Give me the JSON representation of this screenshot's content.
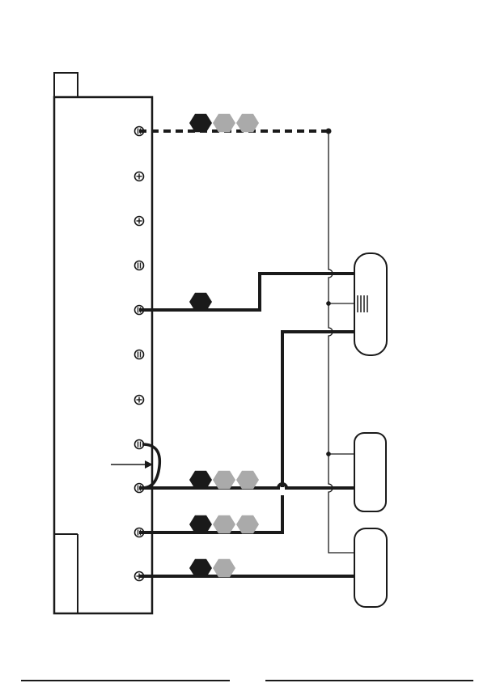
{
  "colors": {
    "background": "#ffffff",
    "ink": "#1a1a1a",
    "hex_dark": "#1a1a1a",
    "hex_light": "#aaaaaa"
  },
  "terminal_block": {
    "terminals": [
      {
        "id": "t1",
        "screw": "slotted-screw-icon"
      },
      {
        "id": "t2",
        "screw": "phillips-screw-icon"
      },
      {
        "id": "t3",
        "screw": "phillips-screw-icon"
      },
      {
        "id": "t4",
        "screw": "slotted-screw-icon"
      },
      {
        "id": "t5",
        "screw": "slotted-screw-icon"
      },
      {
        "id": "t6",
        "screw": "slotted-screw-icon"
      },
      {
        "id": "t7",
        "screw": "phillips-screw-icon"
      },
      {
        "id": "t8",
        "screw": "slotted-screw-icon"
      },
      {
        "id": "t9",
        "screw": "slotted-screw-icon"
      },
      {
        "id": "t10",
        "screw": "slotted-screw-icon"
      },
      {
        "id": "t11",
        "screw": "phillips-screw-icon"
      }
    ]
  },
  "wire_markers": [
    {
      "terminal": "t1",
      "hexagons": [
        "dark",
        "light",
        "light"
      ]
    },
    {
      "terminal": "t5",
      "hexagons": [
        "dark"
      ]
    },
    {
      "terminal": "t9",
      "hexagons": [
        "dark",
        "light",
        "light"
      ]
    },
    {
      "terminal": "t10",
      "hexagons": [
        "dark",
        "light",
        "light"
      ]
    },
    {
      "terminal": "t11",
      "hexagons": [
        "dark",
        "light"
      ]
    }
  ],
  "devices": [
    {
      "id": "device-top",
      "has_vent_grille": true
    },
    {
      "id": "device-middle",
      "has_vent_grille": false
    },
    {
      "id": "device-bottom",
      "has_vent_grille": false
    }
  ],
  "footer": {
    "rules": 2
  }
}
